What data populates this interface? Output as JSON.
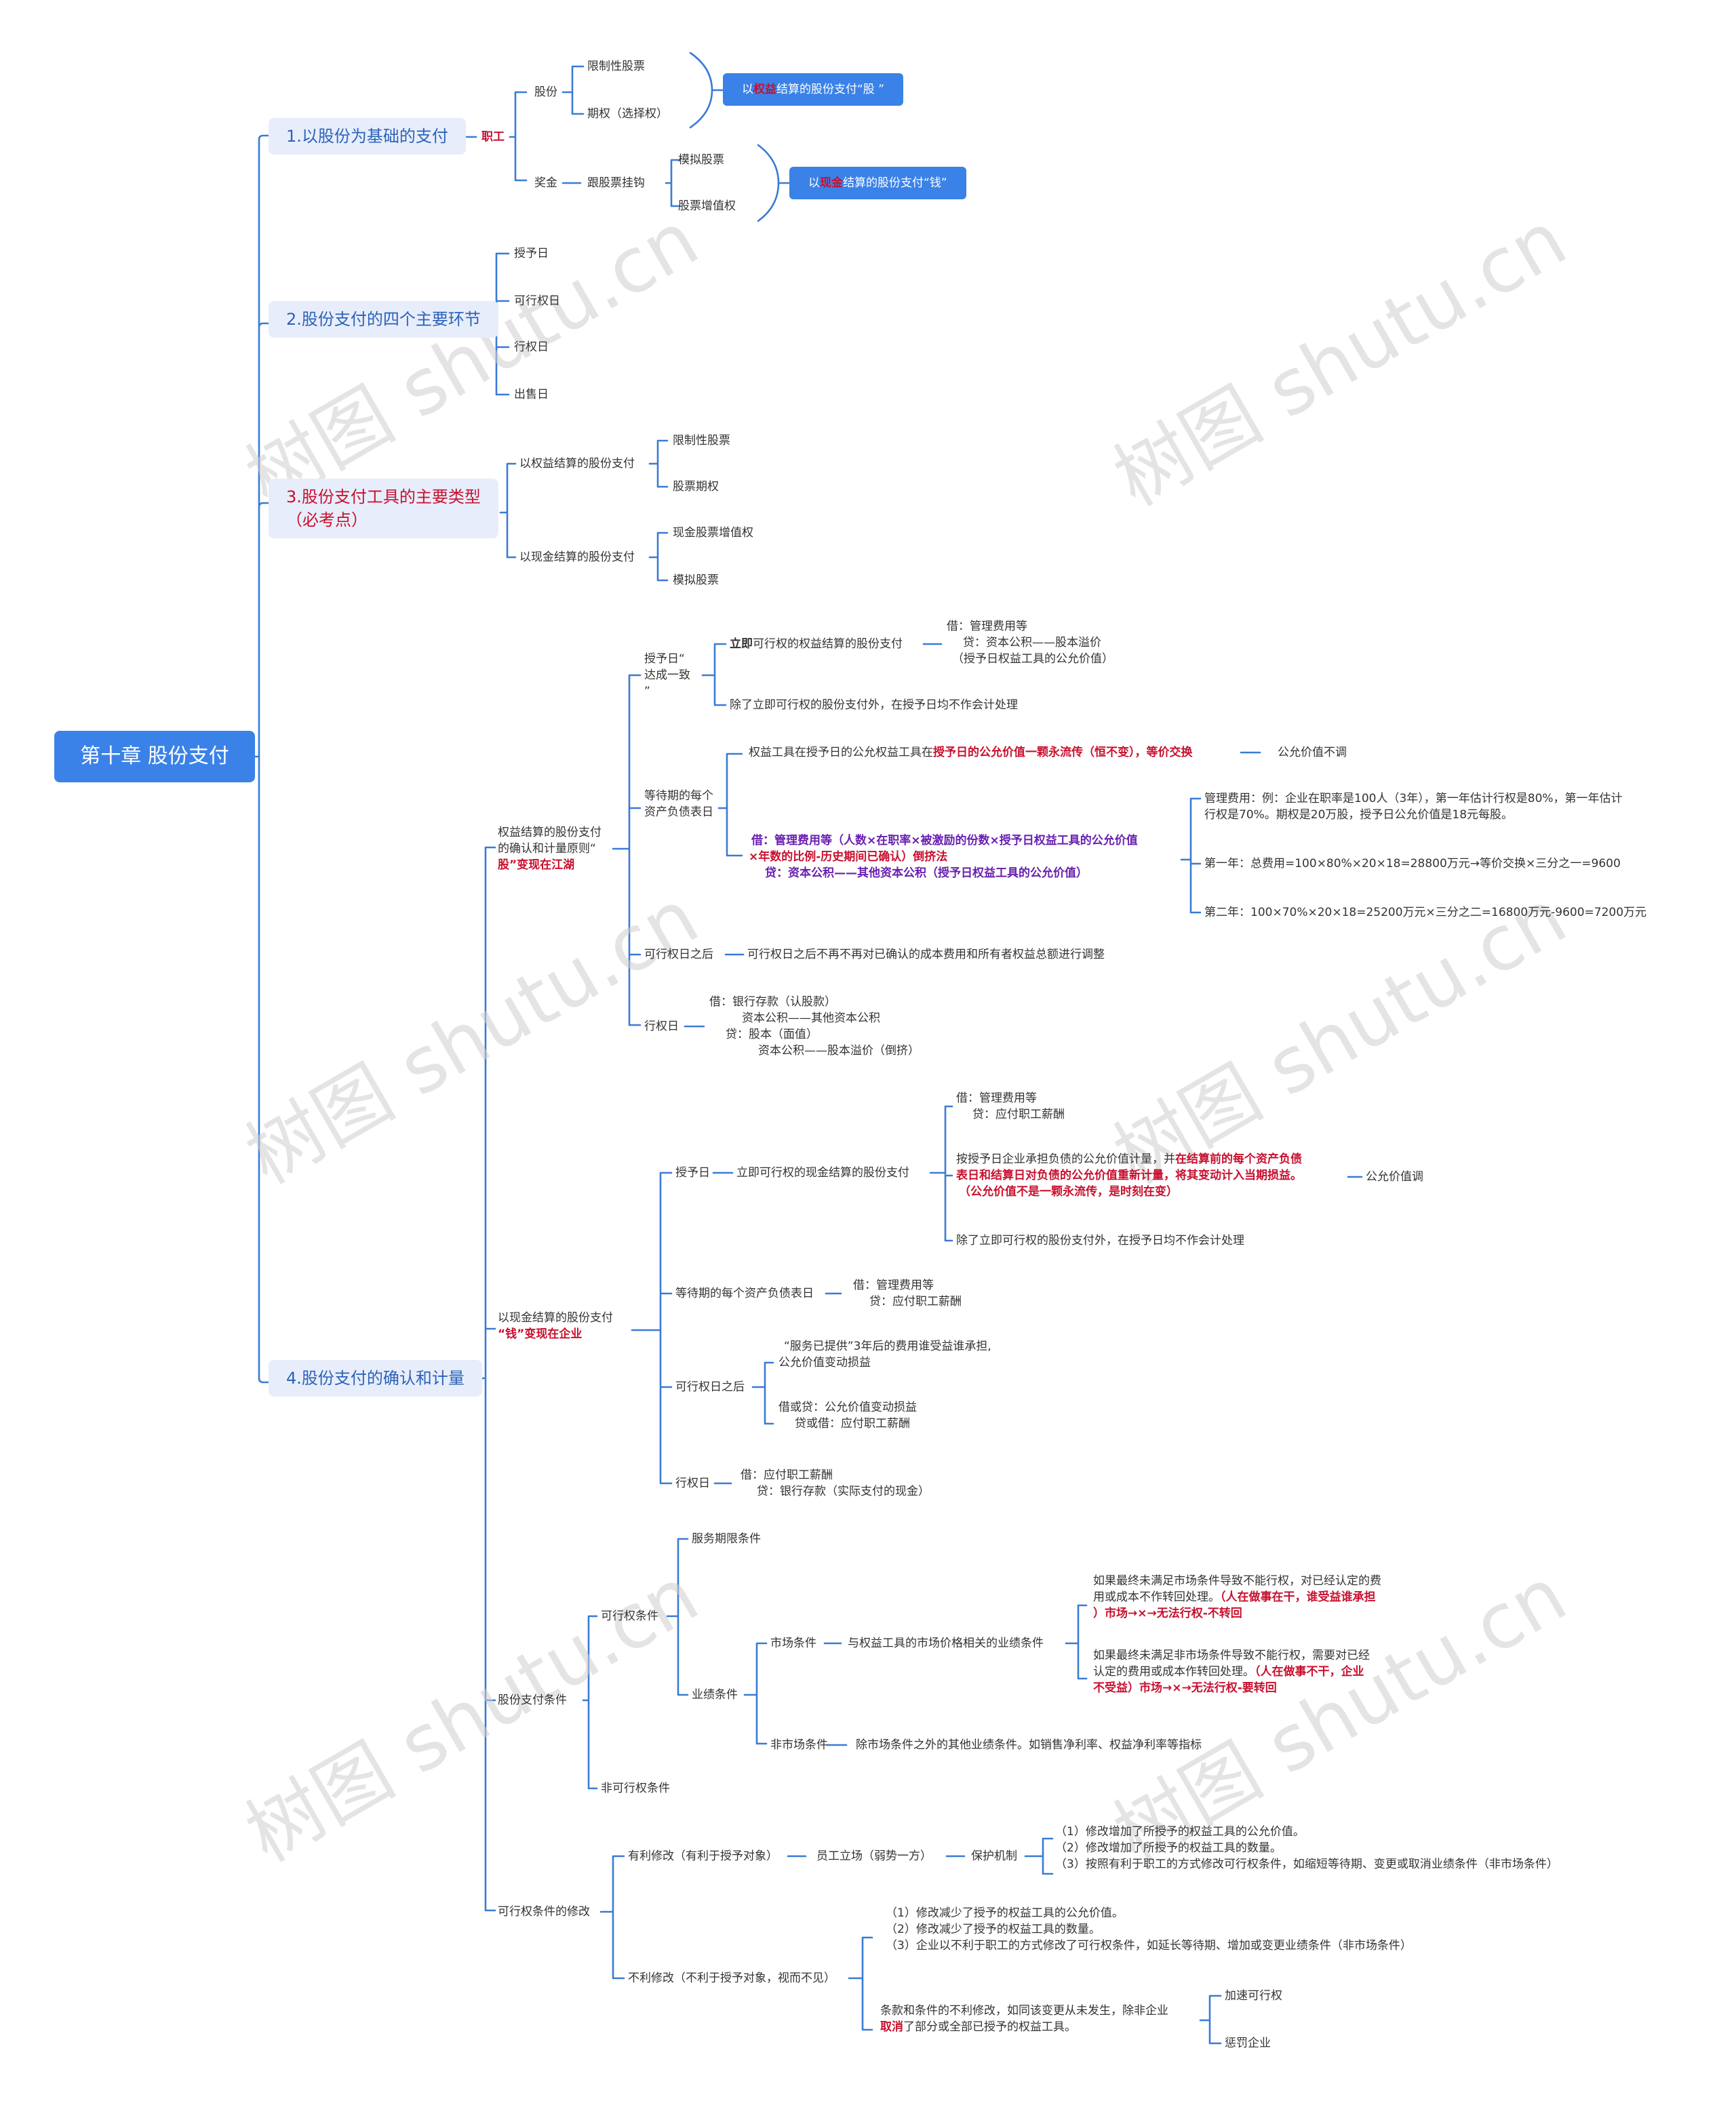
{
  "root": "第十章 股份支付",
  "sections": {
    "s1": {
      "title": "1.以股份为基础的支付",
      "employee": "职工",
      "shares": "股份",
      "restricted": "限制性股票",
      "options": "期权（选择权）",
      "bonus": "奖金",
      "linked": "跟股票挂钩",
      "phantom": "模拟股票",
      "sar": "股票增值权",
      "equity_box": {
        "pre": "以",
        "kw": "权益",
        "post": "结算的股份支付“股 ”"
      },
      "cash_box": {
        "pre": "以",
        "kw": "现金",
        "post": "结算的股份支付“钱”"
      }
    },
    "s2": {
      "title": "2.股份支付的四个主要环节",
      "items": [
        "授予日",
        "可行权日",
        "行权日",
        "出售日"
      ]
    },
    "s3": {
      "title_line1": "3.股份支付工具的主要类型",
      "title_line2": "（必考点）",
      "equity": "以权益结算的股份支付",
      "equity_items": [
        "限制性股票",
        "股票期权"
      ],
      "cash": "以现金结算的股份支付",
      "cash_items": [
        "现金股票增值权",
        "模拟股票"
      ]
    },
    "s4": {
      "title": "4.股份支付的确认和计量",
      "eq": {
        "label_l1": "权益结算的股份支付",
        "label_l2": "的确认和计量原则“",
        "label_l3": "股”变现在江湖",
        "grant": {
          "label_l1": "授予日“",
          "label_l2": "达成一致",
          "label_l3": "”",
          "immediate_kw": "立即",
          "immediate_rest": "可行权的权益结算的股份支付",
          "je_l1": "借：管理费用等",
          "je_l2": "贷：资本公积——股本溢价",
          "je_l3": "（授予日权益工具的公允价值）",
          "other": "除了立即可行权的股份支付外，在授予日均不作会计处理"
        },
        "bs": {
          "label_l1": "等待期的每个",
          "label_l2": "资产负债表日",
          "fv_pre": "权益工具在授予日的公允权益工具在",
          "fv_kw": "授予日的公允价值一颗永流传（恒不变），等价交换",
          "fv_result": "公允价值不调",
          "je_l1": "借：管理费用等（人数×在职率×被激励的份数×授予日权益工具的公允价值",
          "je_l2": "×年数的比例-历史期间已确认）倒挤法",
          "je_l3": "贷：资本公积——其他资本公积（授予日权益工具的公允价值）",
          "ex_l1": "管理费用：例：企业在职率是100人（3年），第一年估计行权是80%，第一年估计",
          "ex_l2": "行权是70%。期权是20万股，授予日公允价值是18元每股。",
          "ex_y1": "第一年：总费用=100×80%×20×18=28800万元→等价交换×三分之一=9600",
          "ex_y2": "第二年：100×70%×20×18=25200万元×三分之二=16800万元-9600=7200万元"
        },
        "after": {
          "label": "可行权日之后",
          "text": "可行权日之后不再不再对已确认的成本费用和所有者权益总额进行调整"
        },
        "exercise": {
          "label": "行权日",
          "l1": "借：银行存款（认股款）",
          "l2": "资本公积——其他资本公积",
          "l3": "贷：股本（面值）",
          "l4": "资本公积——股本溢价（倒挤）"
        }
      },
      "cash": {
        "label_l1": "以现金结算的股份支付",
        "label_l2": "“钱”变现在企业",
        "grant": {
          "label": "授予日",
          "immediate": "立即可行权的现金结算的股份支付",
          "je_l1": "借：管理费用等",
          "je_l2": "贷：应付职工薪酬",
          "m_pre": "按授予日企业承担负债的公允价值计量，并",
          "m_kw1": "在结算前的每个资产负债",
          "m_kw2": "表日和结算日对负债的公允价值重新计量，将其变动计入当期损益。",
          "m_kw3": "（公允价值不是一颗永流传，是时刻在变）",
          "m_result": "公允价值调",
          "other": "除了立即可行权的股份支付外，在授予日均不作会计处理"
        },
        "bs": {
          "label": "等待期的每个资产负债表日",
          "l1": "借：管理费用等",
          "l2": "贷：应付职工薪酬"
        },
        "after": {
          "label": "可行权日之后",
          "l1": "“服务已提供”3年后的费用谁受益谁承担,",
          "l2": "公允价值变动损益",
          "l3": "借或贷：公允价值变动损益",
          "l4": "贷或借：应付职工薪酬"
        },
        "exercise": {
          "label": "行权日",
          "l1": "借：应付职工薪酬",
          "l2": "贷：银行存款（实际支付的现金）"
        }
      },
      "conditions": {
        "label": "股份支付条件",
        "vesting": "可行权条件",
        "service": "服务期限条件",
        "performance": "业绩条件",
        "market": "市场条件",
        "market_desc": "与权益工具的市场价格相关的业绩条件",
        "market_a_l1": "如果最终未满足市场条件导致不能行权，对已经认定的费",
        "market_a_l2_pre": "用或成本不作转回处理。",
        "market_a_l2_kw": "（人在做事在干，谁受益谁承担",
        "market_a_l3_kw": "）市场→×→无法行权-不转回",
        "market_b_l1": "如果最终未满足非市场条件导致不能行权，需要对已经",
        "market_b_l2_pre": "认定的费用或成本作转回处理。",
        "market_b_l2_kw": "（人在做事不干，企业",
        "market_b_l3_kw": "不受益）市场→×→无法行权-要转回",
        "nonmarket": "非市场条件",
        "nonmarket_desc": "除市场条件之外的其他业绩条件。如销售净利率、权益净利率等指标",
        "nonvesting": "非可行权条件"
      },
      "modify": {
        "label": "可行权条件的修改",
        "fav": "有利修改（有利于授予对象）",
        "emp": "员工立场（弱势一方）",
        "protect": "保护机制",
        "fav_items": [
          "（1）修改增加了所授予的权益工具的公允价值。",
          "（2）修改增加了所授予的权益工具的数量。",
          "（3）按照有利于职工的方式修改可行权条件，如缩短等待期、变更或取消业绩条件（非市场条件）"
        ],
        "unfav": "不利修改（不利于授予对象，视而不见）",
        "unfav_items": [
          "（1）修改减少了授予的权益工具的公允价值。",
          "（2）修改减少了授予的权益工具的数量。",
          "（3）企业以不利于职工的方式修改了可行权条件，如延长等待期、增加或变更业绩条件（非市场条件）"
        ],
        "cancel_l1": "条款和条件的不利修改，如同该变更从未发生，除非企业",
        "cancel_l2_kw": "取消",
        "cancel_l2_rest": "了部分或全部已授予的权益工具。",
        "accel": "加速可行权",
        "punish": "惩罚企业"
      }
    }
  },
  "watermark": "树图 shutu.cn"
}
